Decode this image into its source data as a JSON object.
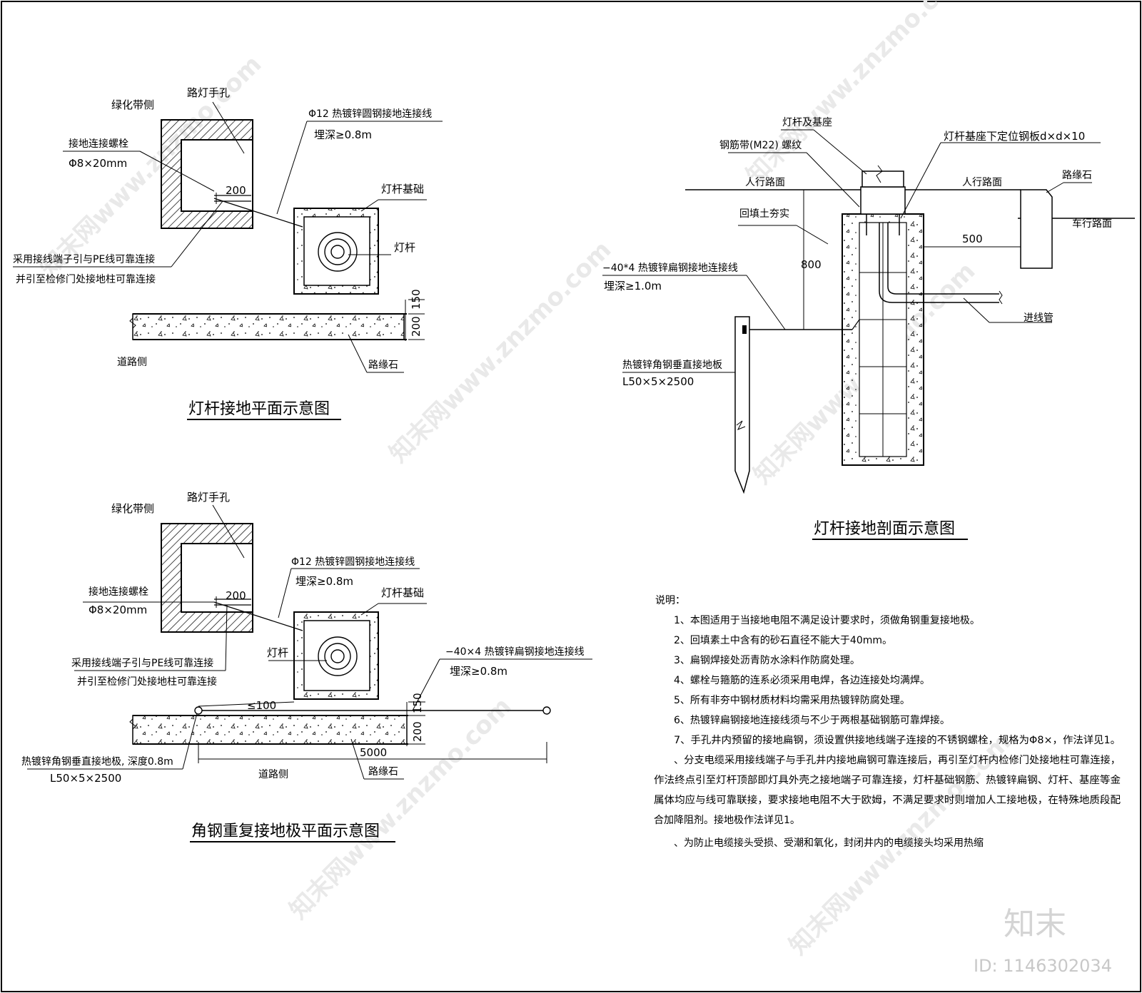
{
  "plan1": {
    "title": "灯杆接地平面示意图",
    "labels": {
      "green_side": "绿化带侧",
      "hand_hole": "路灯手孔",
      "bolt": "接地连接螺栓",
      "bolt_spec": "Φ8×20mm",
      "dim_200": "200",
      "pe_note_1": "采用接线端子引与PE线可靠连接",
      "pe_note_2": "并引至检修门处接地柱可靠连接",
      "round_steel": "Φ12 热镀锌圆钢接地连接线",
      "bury": "埋深≥0.8m",
      "foundation": "灯杆基础",
      "pole": "灯杆",
      "dim_150": "150",
      "dim_200b": "200",
      "road_side": "道路侧",
      "curb": "路缘石"
    }
  },
  "plan2": {
    "title": "角钢重复接地极平面示意图",
    "labels": {
      "green_side": "绿化带侧",
      "hand_hole": "路灯手孔",
      "round_steel": "Φ12 热镀锌圆钢接地连接线",
      "bury": "埋深≥0.8m",
      "bolt": "接地连接螺栓",
      "bolt_spec": "Φ8×20mm",
      "dim_200": "200",
      "foundation": "灯杆基础",
      "pe_note_1": "采用接线端子引与PE线可靠连接",
      "pe_note_2": "并引至检修门处接地柱可靠连接",
      "pole": "灯杆",
      "flat_steel": "−40×4 热镀锌扁钢接地连接线",
      "flat_bury": "埋深≥0.8m",
      "dim_100": "≤100",
      "dim_150": "150",
      "dim_200b": "200",
      "angle_rod": "热镀锌角钢垂直接地极, 深度0.8m",
      "angle_spec": "L50×5×2500",
      "dim_5000": "5000",
      "road_side": "道路侧",
      "curb": "路缘石"
    }
  },
  "section": {
    "title": "灯杆接地剖面示意图",
    "labels": {
      "pole_base": "灯杆及基座",
      "rebar": "钢筋带(M22) 螺纹",
      "plate": "灯杆基座下定位钢板d×d×10",
      "sidewalk_left": "人行路面",
      "sidewalk_right": "人行路面",
      "curb": "路缘石",
      "backfill": "回填土夯实",
      "roadway": "车行路面",
      "dim_500": "500",
      "dim_800": "800",
      "flat_steel": "−40*4 热镀锌扁钢接地连接线",
      "bury": "埋深≥1.0m",
      "conduit": "进线管",
      "angle_rod": "热镀锌角钢垂直接地板",
      "angle_spec": "L50×5×2500"
    }
  },
  "notes": {
    "heading": "说明：",
    "lines": [
      "1、本图适用于当接地电阻不满足设计要求时，须做角钢重复接地极。",
      "2、回填素土中含有的砂石直径不能大于40mm。",
      "3、扁钢焊接处沥青防水涂料作防腐处理。",
      "4、螺栓与箍筋的连系必须采用电焊，各边连接处均满焊。",
      "5、所有非夯中钢材质材料均需采用热镀锌防腐处理。",
      "6、热镀锌扁钢接地连接线须与不少于两根基础钢筋可靠焊接。",
      "7、手孔井内预留的接地扁钢，须设置供接地线端子连接的不锈钢螺栓，规格为Φ8×，作法详见1。",
      "、分支电缆采用接线端子与手孔井内接地扁钢可靠连接后，再引至灯杆内检修门处接地柱可靠连接，",
      "作法终点引至灯杆顶部即灯具外壳之接地端子可靠连接，灯杆基础钢筋、热镀锌扁钢、灯杆、基座等金",
      "属体均应与线可靠联接，要求接地电阻不大于欧姆，不满足要求时则增加人工接地极，在特殊地质段配",
      "合加降阻剂。接地极作法详见1。",
      "、为防止电缆接头受损、受潮和氧化，封闭井内的电缆接头均采用热缩"
    ]
  },
  "watermark": {
    "logo": "知末",
    "id_text": "ID: 1146302034",
    "diag_text": "知末网www.znzmo.com"
  }
}
